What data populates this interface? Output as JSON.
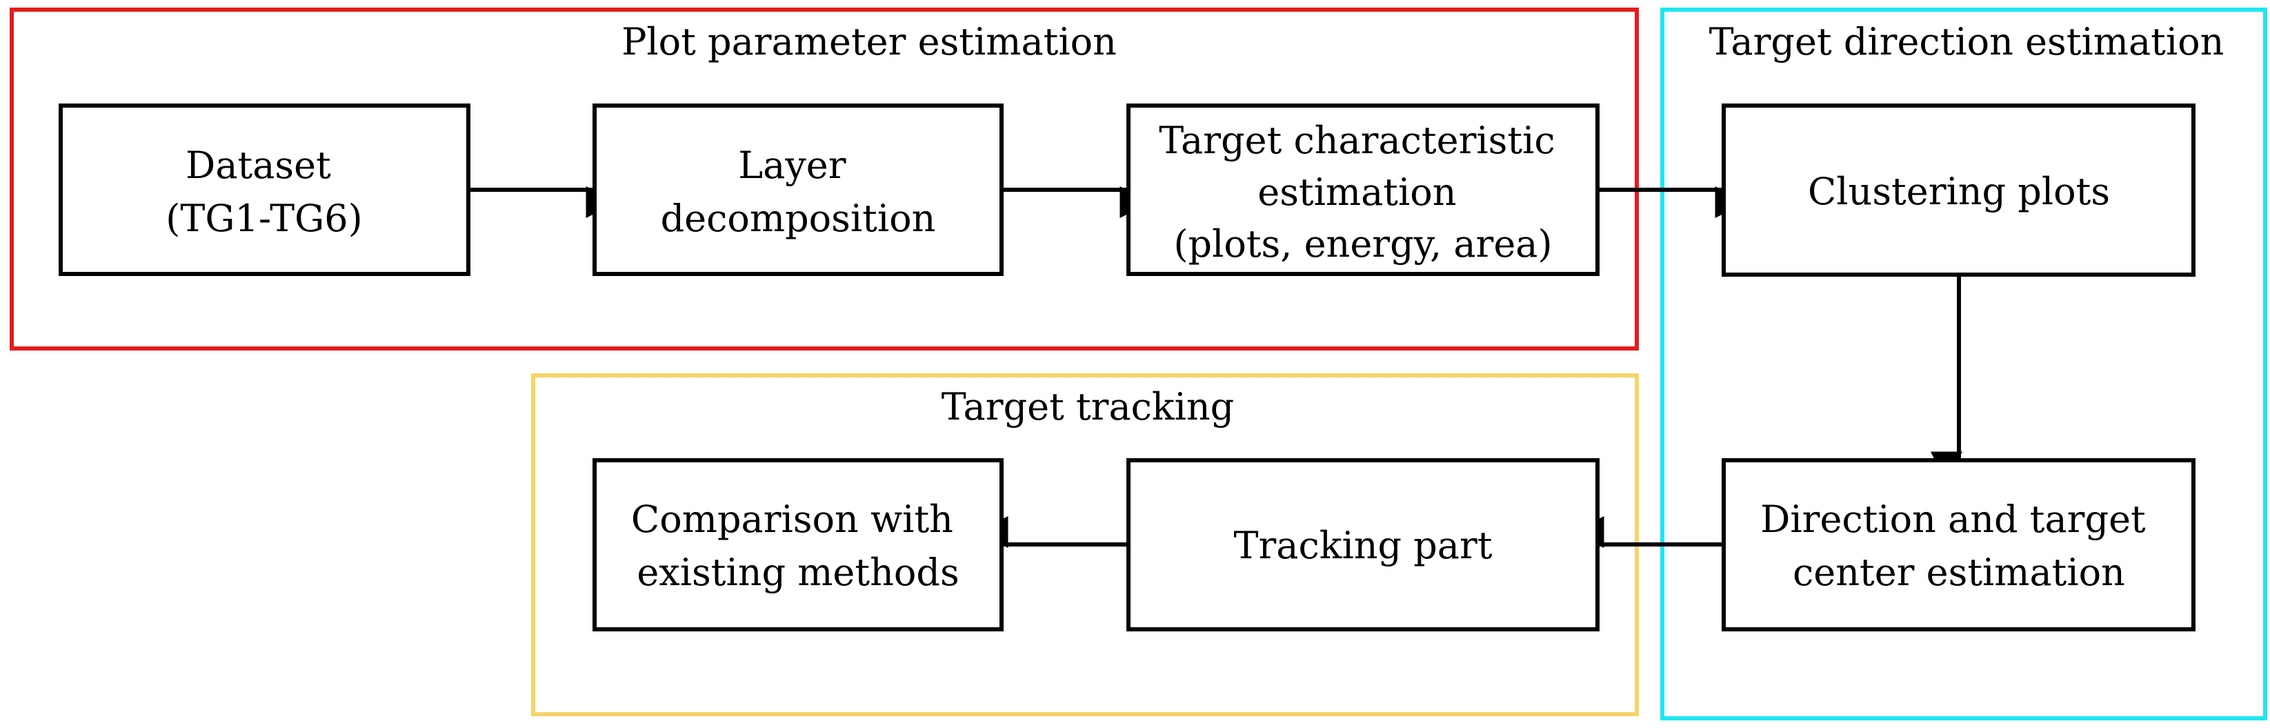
{
  "groups": [
    {
      "id": "plot",
      "title": "Plot parameter estimation",
      "color": "#e41c1c"
    },
    {
      "id": "direction",
      "title": "Target direction estimation",
      "color": "#1fe6ef"
    },
    {
      "id": "tracking",
      "title": "Target tracking",
      "color": "#f6d46a"
    }
  ],
  "nodes": [
    {
      "id": "dataset",
      "lines": [
        "Dataset",
        "(TG1-TG6)"
      ]
    },
    {
      "id": "layer",
      "lines": [
        "Layer",
        "decomposition"
      ]
    },
    {
      "id": "characteristic",
      "lines": [
        "Target characteristic",
        "estimation",
        "(plots, energy, area)"
      ]
    },
    {
      "id": "clustering",
      "lines": [
        "Clustering plots"
      ]
    },
    {
      "id": "direction-center",
      "lines": [
        "Direction and target",
        "center estimation"
      ]
    },
    {
      "id": "tracking-part",
      "lines": [
        "Tracking part"
      ]
    },
    {
      "id": "comparison",
      "lines": [
        "Comparison with",
        "existing methods"
      ]
    }
  ],
  "edges": [
    {
      "from": "dataset",
      "to": "layer"
    },
    {
      "from": "layer",
      "to": "characteristic"
    },
    {
      "from": "characteristic",
      "to": "clustering"
    },
    {
      "from": "clustering",
      "to": "direction-center"
    },
    {
      "from": "direction-center",
      "to": "tracking-part"
    },
    {
      "from": "tracking-part",
      "to": "comparison"
    }
  ],
  "colors": {
    "stroke": "#000000",
    "background": "#ffffff"
  }
}
